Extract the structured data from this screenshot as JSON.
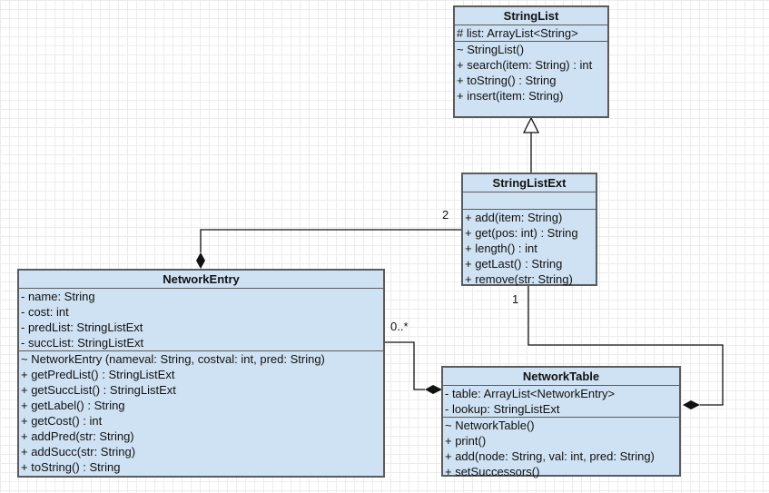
{
  "classes": {
    "string_list": {
      "name": "StringList",
      "attributes": [
        "# list: ArrayList<String>"
      ],
      "operations": [
        "~ StringList()",
        "+ search(item: String) : int",
        "+ toString() : String",
        "+ insert(item: String)"
      ]
    },
    "string_list_ext": {
      "name": "StringListExt",
      "attributes": [],
      "operations": [
        "+ add(item: String)",
        "+ get(pos: int) : String",
        "+ length() : int",
        "+ getLast() : String",
        "+ remove(str: String)"
      ]
    },
    "network_entry": {
      "name": "NetworkEntry",
      "attributes": [
        "- name: String",
        "- cost: int",
        "- predList: StringListExt",
        "- succList: StringListExt"
      ],
      "operations": [
        "~ NetworkEntry (nameval: String, costval: int, pred: String)",
        "+ getPredList() : StringListExt",
        "+ getSuccList() : StringListExt",
        "+ getLabel() : String",
        "+ getCost() : int",
        "+ addPred(str: String)",
        "+ addSucc(str: String)",
        "+ toString() : String"
      ]
    },
    "network_table": {
      "name": "NetworkTable",
      "attributes": [
        "- table: ArrayList<NetworkEntry>",
        "- lookup: StringListExt"
      ],
      "operations": [
        "~ NetworkTable()",
        "+ print()",
        "+ add(node: String, val: int, pred: String)",
        "+ setSuccessors()"
      ]
    }
  },
  "multiplicities": {
    "ext_to_entry": "2",
    "ext_to_table": "1",
    "entry_to_table": "0..*"
  },
  "colors": {
    "class_fill": "#cfe2f3",
    "border": "#5b5b5b",
    "line": "#111111"
  }
}
